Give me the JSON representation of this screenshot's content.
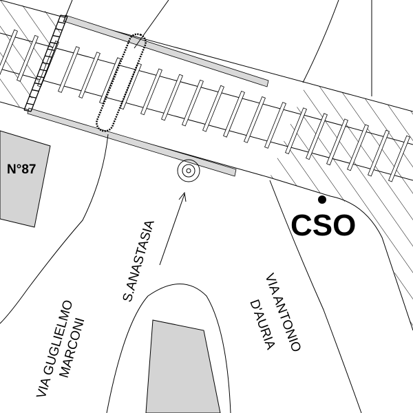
{
  "labels": {
    "building_number": "N°87",
    "station": "S.ANASTASIA",
    "street_1_line1": "VIA GUGLIELMO",
    "street_1_line2": "MARCONI",
    "street_2_line1": "VIA ANTONIO",
    "street_2_line2": "D'AURIA",
    "point_label": "CSO"
  },
  "colors": {
    "building_fill": "#d4d4d4",
    "platform_fill": "#d9d9d9",
    "line": "#000000"
  }
}
